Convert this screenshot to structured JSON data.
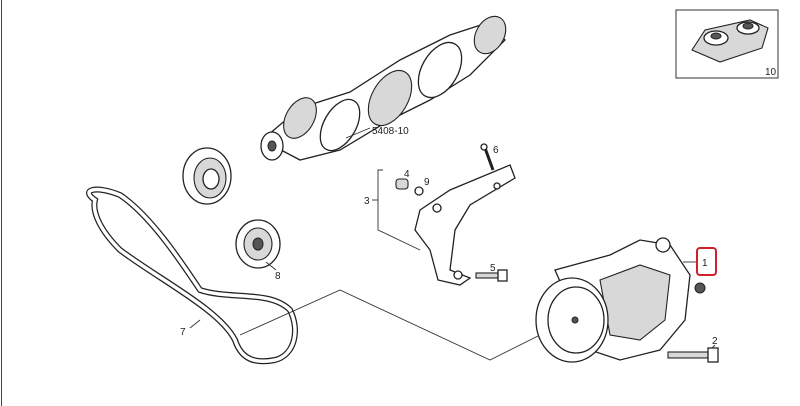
{
  "diagram": {
    "labels": {
      "crankshaft_ref": "5408-10",
      "p1": "1",
      "p2": "2",
      "p3": "3",
      "p4": "4",
      "p5": "5",
      "p6": "6",
      "p7": "7",
      "p8": "8",
      "p9": "9",
      "p10": "10"
    },
    "highlight_color": "#d0202a"
  }
}
